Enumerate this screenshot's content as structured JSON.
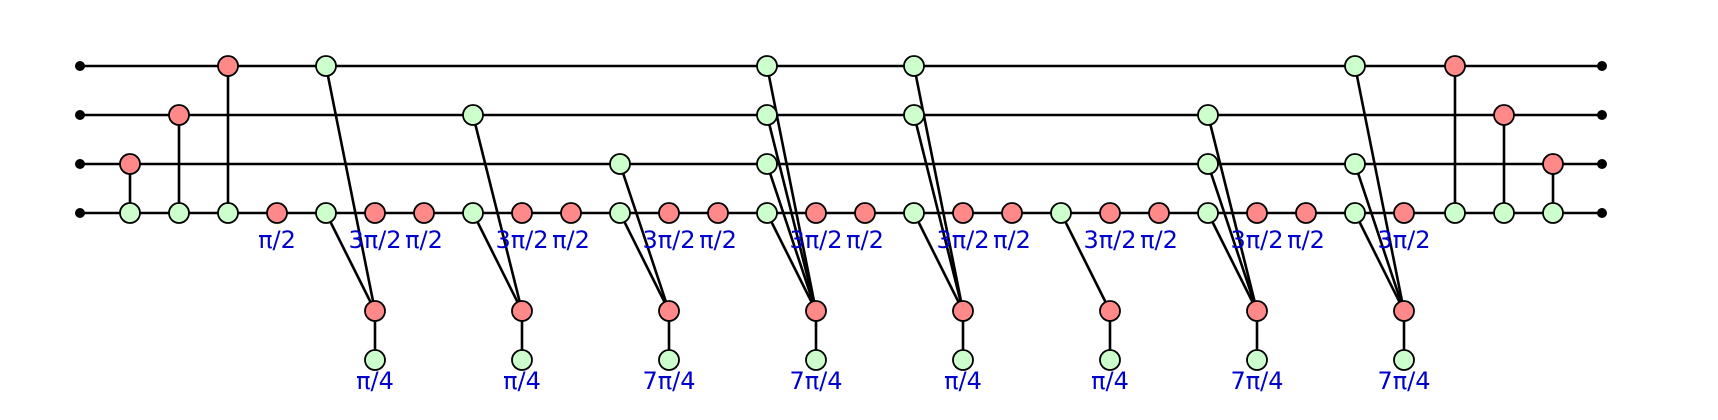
{
  "colors": {
    "z_spider": "#ccffcc",
    "x_spider": "#ff8888",
    "phase_label": "#0000cc",
    "line": "#000000"
  },
  "phase_labels": {
    "row1": [
      "π/2",
      "3π/2",
      "π/2",
      "3π/2",
      "π/2",
      "3π/2",
      "π/2",
      "3π/2",
      "π/2",
      "3π/2",
      "π/2",
      "3π/2",
      "π/2",
      "3π/2",
      "π/2",
      "3π/2"
    ],
    "row2": [
      "π/4",
      "π/4",
      "7π/4",
      "7π/4",
      "π/4",
      "π/4",
      "7π/4",
      "7π/4"
    ]
  }
}
